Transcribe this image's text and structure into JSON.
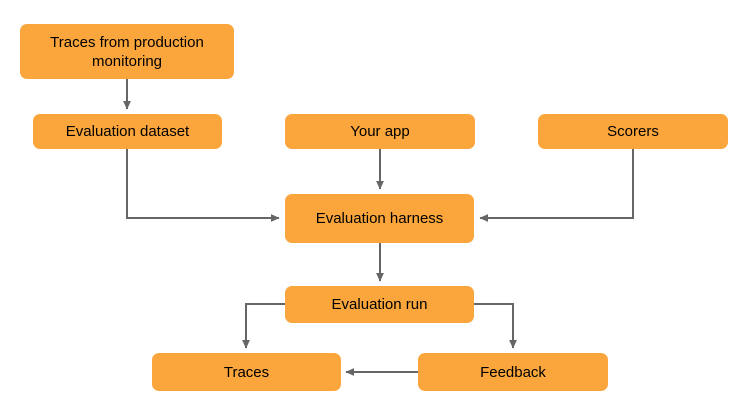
{
  "diagram": {
    "title": "Evaluation workflow flowchart",
    "colors": {
      "node_fill": "#FBA63C",
      "edge_stroke": "#666666",
      "text": "#000000",
      "background": "#FFFFFF"
    },
    "nodes": [
      {
        "id": "traces-production",
        "label": "Traces from production\nmonitoring"
      },
      {
        "id": "evaluation-dataset",
        "label": "Evaluation dataset"
      },
      {
        "id": "your-app",
        "label": "Your app"
      },
      {
        "id": "scorers",
        "label": "Scorers"
      },
      {
        "id": "evaluation-harness",
        "label": "Evaluation harness"
      },
      {
        "id": "evaluation-run",
        "label": "Evaluation run"
      },
      {
        "id": "traces",
        "label": "Traces"
      },
      {
        "id": "feedback",
        "label": "Feedback"
      }
    ],
    "edges": [
      {
        "id": "e1",
        "from": "traces-production",
        "to": "evaluation-dataset",
        "label": ""
      },
      {
        "id": "e2",
        "from": "evaluation-dataset",
        "to": "evaluation-harness",
        "label": ""
      },
      {
        "id": "e3",
        "from": "your-app",
        "to": "evaluation-harness",
        "label": ""
      },
      {
        "id": "e4",
        "from": "scorers",
        "to": "evaluation-harness",
        "label": ""
      },
      {
        "id": "e5",
        "from": "evaluation-harness",
        "to": "evaluation-run",
        "label": ""
      },
      {
        "id": "e6",
        "from": "evaluation-run",
        "to": "traces",
        "label": ""
      },
      {
        "id": "e7",
        "from": "evaluation-run",
        "to": "feedback",
        "label": ""
      },
      {
        "id": "e8",
        "from": "feedback",
        "to": "traces",
        "label": ""
      }
    ]
  }
}
